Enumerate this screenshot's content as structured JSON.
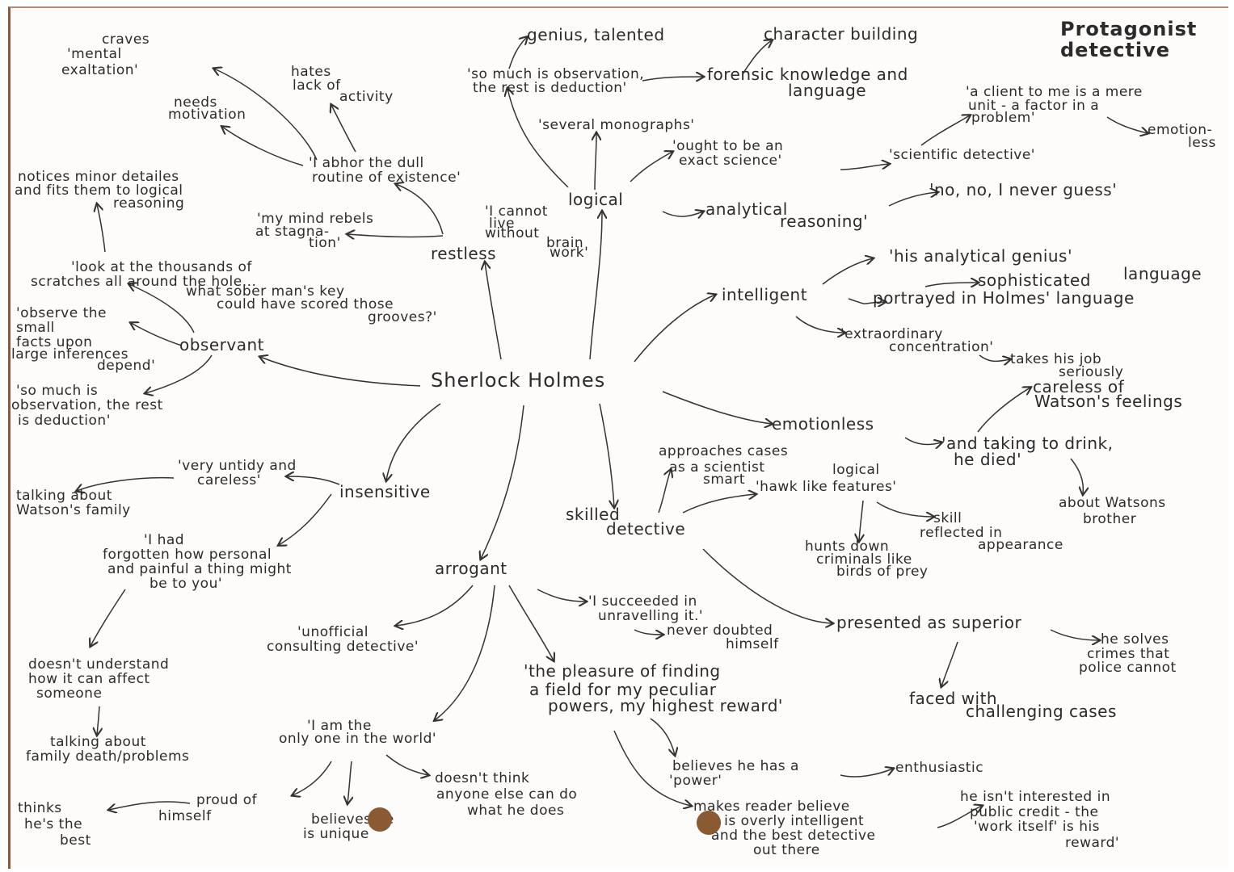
{
  "corner_title": [
    "Protagonist",
    "detective"
  ],
  "centre": "Sherlock Holmes",
  "observant_branch": {
    "node": "observant",
    "observe": [
      "'observe the",
      "small",
      "facts upon",
      "large inferences",
      "depend'"
    ],
    "so_much": [
      "'so much is",
      "observation, the rest",
      "is deduction'"
    ],
    "scratches": [
      "'look at the thousands of",
      "scratches all around the hole...",
      "what sober man's key",
      "could have scored those",
      "grooves?'"
    ],
    "notices": [
      "notices minor detailes",
      "and fits them to logical",
      "reasoning"
    ]
  },
  "restless_branch": {
    "node": "restless",
    "cannot_live": [
      "'I cannot",
      "live",
      "without",
      "brain",
      "work'"
    ],
    "mind_rebels": [
      "'my mind rebels",
      "at stagna-",
      "tion'"
    ],
    "abhor": [
      "'I abhor the dull",
      "routine of existence'"
    ],
    "hates": [
      "hates",
      "lack of",
      "activity"
    ],
    "needs": [
      "needs",
      "motivation"
    ],
    "craves": [
      "craves",
      "'mental",
      "exaltation'"
    ]
  },
  "logical_branch": {
    "node": "logical",
    "genius": "genius, talented",
    "so_much": [
      "'so much is observation,",
      "the rest is deduction'"
    ],
    "monographs": "'several monographs'",
    "exact": [
      "'ought to be an",
      "exact science'"
    ],
    "character": "character building",
    "forensic": [
      "forensic knowledge and",
      "language"
    ],
    "scientific": "'scientific detective'",
    "client": [
      "'a client to me is a mere",
      "unit - a factor in a",
      "problem'"
    ],
    "emotionless": [
      "emotion-",
      "less"
    ],
    "analytical": [
      "analytical",
      "reasoning'"
    ],
    "never_guess": "'no, no, I never guess'"
  },
  "intelligent_branch": {
    "node": "intelligent",
    "genius": "'his analytical genius'",
    "sophisticated": [
      "sophisticated",
      "language"
    ],
    "portrayed": "portrayed in Holmes' language",
    "concentration": [
      "'extraordinary",
      "concentration'"
    ],
    "takes_job": [
      "takes his job",
      "seriously"
    ]
  },
  "emotionless_branch": {
    "node": "emotionless",
    "careless": [
      "careless of",
      "Watson's feelings"
    ],
    "drink": [
      "'and taking to drink,",
      "he died'"
    ],
    "brother": [
      "about Watsons",
      "brother"
    ]
  },
  "skilled_branch": {
    "node": [
      "skilled",
      "detective"
    ],
    "approaches": [
      "approaches cases",
      "as a scientist",
      "smart"
    ],
    "logical": "logical",
    "hawk": "'hawk like features'",
    "hunts": [
      "hunts down",
      "criminals like",
      "birds of prey"
    ],
    "skill": [
      "skill",
      "reflected in",
      "appearance"
    ],
    "superior": "presented as superior",
    "solves": [
      "he solves",
      "crimes that",
      "police cannot"
    ],
    "faced": [
      "faced with",
      "challenging cases"
    ]
  },
  "insensitive_branch": {
    "node": "insensitive",
    "untidy": [
      "'very untidy and",
      "careless'"
    ],
    "talking_watson": [
      "talking about",
      "Watson's family"
    ],
    "forgotten": [
      "'I had",
      "forgotten how personal",
      "and painful a thing might",
      "be to you'"
    ],
    "doesnt_understand": [
      "doesn't understand",
      "how it can affect",
      "someone"
    ],
    "family_death": [
      "talking about",
      "family death/problems"
    ]
  },
  "arrogant_branch": {
    "node": "arrogant",
    "unofficial": [
      "'unofficial",
      "consulting detective'"
    ],
    "only_one": [
      "'I am the",
      "only one in the world'"
    ],
    "proud": [
      "proud of",
      "himself"
    ],
    "thinks_best": [
      "thinks",
      "he's the",
      "best"
    ],
    "believes_unique": [
      "believes he",
      "is unique"
    ],
    "doesnt_think": [
      "doesn't think",
      "anyone else can do",
      "what he does"
    ],
    "succeeded": [
      "'I succeeded in",
      "unravelling it.'"
    ],
    "never_doubted": [
      "never doubted",
      "himself"
    ],
    "pleasure": [
      "'the pleasure of finding",
      "a field for my peculiar",
      "powers, my highest reward'"
    ],
    "power": [
      "believes he has a",
      "'power'"
    ],
    "enthusiastic": "enthusiastic",
    "makes_reader": [
      "makes reader believe",
      "he is overly intelligent",
      "and the best detective",
      "out there"
    ],
    "not_interested": [
      "he isn't interested in",
      "public credit - the",
      "'work itself' is his",
      "reward'"
    ]
  }
}
